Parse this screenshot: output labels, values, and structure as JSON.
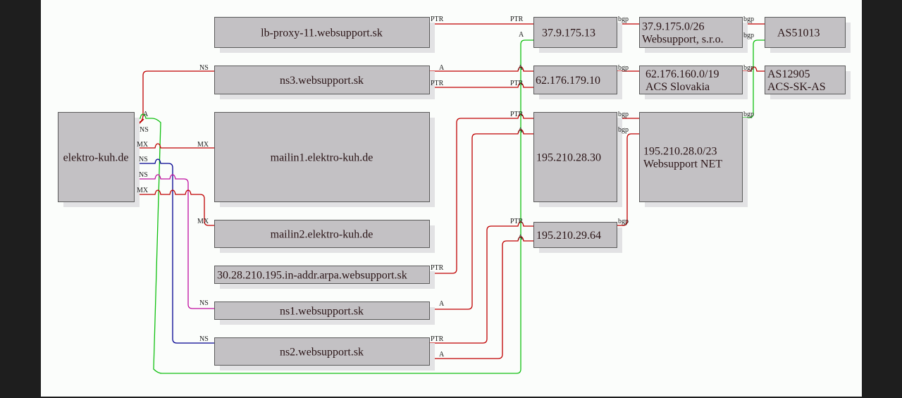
{
  "colors": {
    "red": "#c00000",
    "green": "#10c010",
    "blue": "#000090",
    "magenta": "#c010a0"
  },
  "nodes": {
    "elektro": {
      "label": [
        "elektro-kuh.de"
      ]
    },
    "lbproxy": {
      "label": [
        "lb-proxy-11.websupport.sk"
      ]
    },
    "ns3": {
      "label": [
        "ns3.websupport.sk"
      ]
    },
    "mailin1": {
      "label": [
        "mailin1.elektro-kuh.de"
      ]
    },
    "mailin2": {
      "label": [
        "mailin2.elektro-kuh.de"
      ]
    },
    "arpa": {
      "label": [
        "30.28.210.195.in-addr.arpa.websupport.sk"
      ]
    },
    "ns1": {
      "label": [
        "ns1.websupport.sk"
      ]
    },
    "ns2": {
      "label": [
        "ns2.websupport.sk"
      ]
    },
    "ip1": {
      "label": [
        "37.9.175.13"
      ]
    },
    "ip2": {
      "label": [
        "62.176.179.10"
      ]
    },
    "ip3": {
      "label": [
        "195.210.28.30"
      ]
    },
    "ip4": {
      "label": [
        "195.210.29.64"
      ]
    },
    "net1": {
      "label": [
        "37.9.175.0/26",
        "Websupport, s.r.o."
      ]
    },
    "net2": {
      "label": [
        "62.176.160.0/19",
        "ACS Slovakia"
      ]
    },
    "net3": {
      "label": [
        "195.210.28.0/23",
        "Websupport NET"
      ]
    },
    "as1": {
      "label": [
        "AS51013"
      ]
    },
    "as2": {
      "label": [
        "AS12905",
        "ACS-SK-AS"
      ]
    }
  },
  "edges": [
    {
      "id": "e-elektro-ns3",
      "from": "elektro",
      "to": "ns3",
      "color": "red",
      "labels": [
        "NS",
        "NS"
      ]
    },
    {
      "id": "e-elektro-ip1",
      "from": "elektro",
      "to": "ip1",
      "color": "green",
      "labels": [
        "A",
        "A"
      ]
    },
    {
      "id": "e-elektro-mailin1",
      "from": "elektro",
      "to": "mailin1",
      "color": "red",
      "labels": [
        "MX",
        "MX"
      ]
    },
    {
      "id": "e-elektro-ns2",
      "from": "elektro",
      "to": "ns2",
      "color": "blue",
      "labels": [
        "NS",
        "NS"
      ]
    },
    {
      "id": "e-elektro-ns1",
      "from": "elektro",
      "to": "ns1",
      "color": "magenta",
      "labels": [
        "NS",
        "NS"
      ]
    },
    {
      "id": "e-elektro-mailin2",
      "from": "elektro",
      "to": "mailin2",
      "color": "red",
      "labels": [
        "MX",
        "MX"
      ]
    },
    {
      "id": "e-lbproxy-ip1",
      "from": "lbproxy",
      "to": "ip1",
      "color": "red",
      "labels": [
        "PTR",
        "PTR"
      ]
    },
    {
      "id": "e-ns3-ip2-a",
      "from": "ns3",
      "to": "ip2",
      "color": "red",
      "labels": [
        "A",
        "A"
      ]
    },
    {
      "id": "e-ns3-ip2-ptr",
      "from": "ns3",
      "to": "ip2",
      "color": "red",
      "labels": [
        "PTR",
        "PTR"
      ]
    },
    {
      "id": "e-arpa-ip3",
      "from": "arpa",
      "to": "ip3",
      "color": "red",
      "labels": [
        "PTR",
        "PTR"
      ]
    },
    {
      "id": "e-ns1-ip3",
      "from": "ns1",
      "to": "ip3",
      "color": "red",
      "labels": [
        "A",
        "A"
      ]
    },
    {
      "id": "e-ns2-ip4-ptr",
      "from": "ns2",
      "to": "ip4",
      "color": "red",
      "labels": [
        "PTR",
        "PTR"
      ]
    },
    {
      "id": "e-ns2-ip4-a",
      "from": "ns2",
      "to": "ip4",
      "color": "red",
      "labels": [
        "A",
        "A"
      ]
    },
    {
      "id": "e-ip1-net1",
      "from": "ip1",
      "to": "net1",
      "color": "red",
      "labels": [
        "bgp"
      ]
    },
    {
      "id": "e-ip2-net2",
      "from": "ip2",
      "to": "net2",
      "color": "red",
      "labels": [
        "bgp"
      ]
    },
    {
      "id": "e-ip3-net3",
      "from": "ip3",
      "to": "net3",
      "color": "red",
      "labels": [
        "bgp"
      ]
    },
    {
      "id": "e-ip4-net3",
      "from": "ip4",
      "to": "net3",
      "color": "red",
      "labels": [
        "bgp",
        "bgp"
      ]
    },
    {
      "id": "e-net1-as1",
      "from": "net1",
      "to": "as1",
      "color": "red",
      "labels": [
        "bgp"
      ]
    },
    {
      "id": "e-net2-as2",
      "from": "net2",
      "to": "as2",
      "color": "red",
      "labels": [
        "bgp"
      ]
    },
    {
      "id": "e-net3-as1",
      "from": "net3",
      "to": "as1",
      "color": "green",
      "labels": [
        "bgp",
        "bgp"
      ]
    }
  ]
}
